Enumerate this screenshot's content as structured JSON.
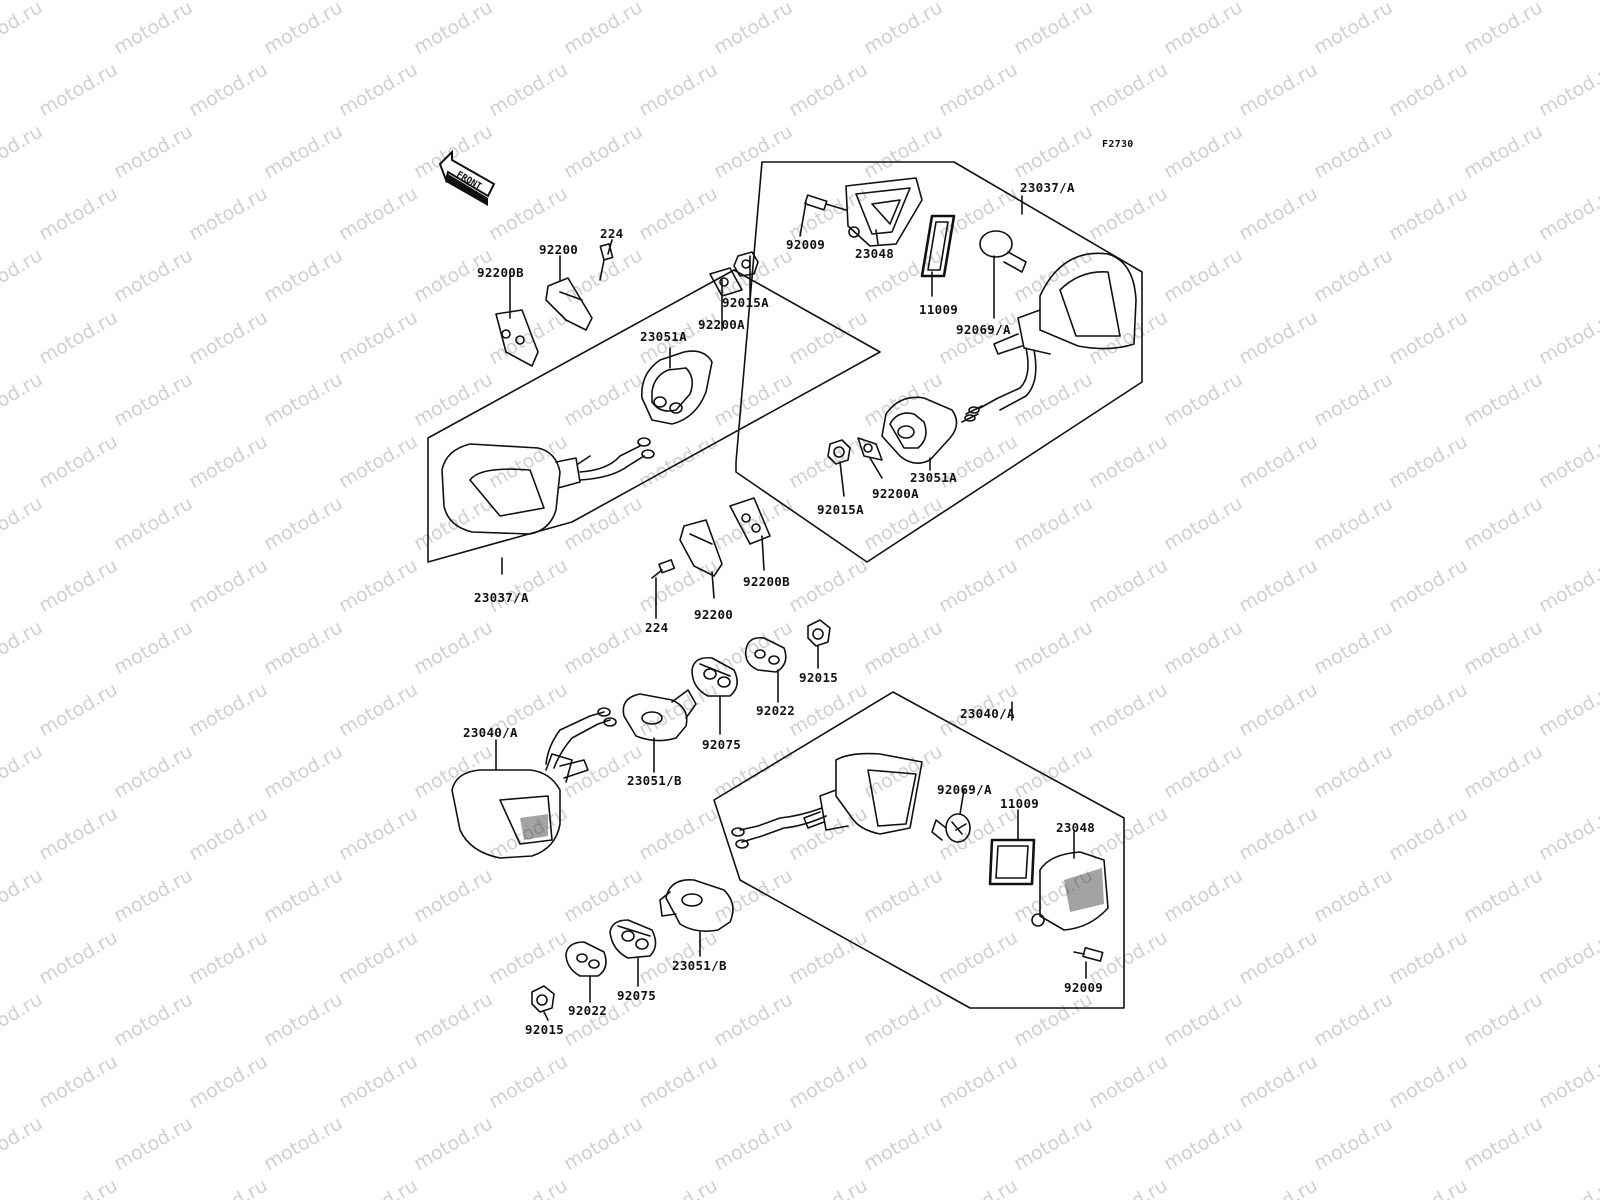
{
  "watermark": "motod.ru",
  "figure_code": "F2730",
  "front_label": "FRONT",
  "labels": {
    "p92200B_top": "92200B",
    "p92200_top": "92200",
    "p224_top": "224",
    "p92015A_top": "92015A",
    "p92200A_top": "92200A",
    "p23051A_top": "23051A",
    "p23037_left": "23037/A",
    "p23037_right": "23037/A",
    "p92009_top": "92009",
    "p23048_top": "23048",
    "p11009_top": "11009",
    "p92069_top": "92069/A",
    "p23051A_right": "23051A",
    "p92200A_right": "92200A",
    "p92015A_right": "92015A",
    "p92200B_mid": "92200B",
    "p92200_mid": "92200",
    "p224_mid": "224",
    "p92015_mid": "92015",
    "p92022_mid": "92022",
    "p92075_mid": "92075",
    "p23051B_mid": "23051/B",
    "p23040_left": "23040/A",
    "p23040_right": "23040/A",
    "p92069_bot": "92069/A",
    "p11009_bot": "11009",
    "p23048_bot": "23048",
    "p92009_bot": "92009",
    "p23051B_bot": "23051/B",
    "p92075_bot": "92075",
    "p92022_bot": "92022",
    "p92015_bot": "92015"
  }
}
